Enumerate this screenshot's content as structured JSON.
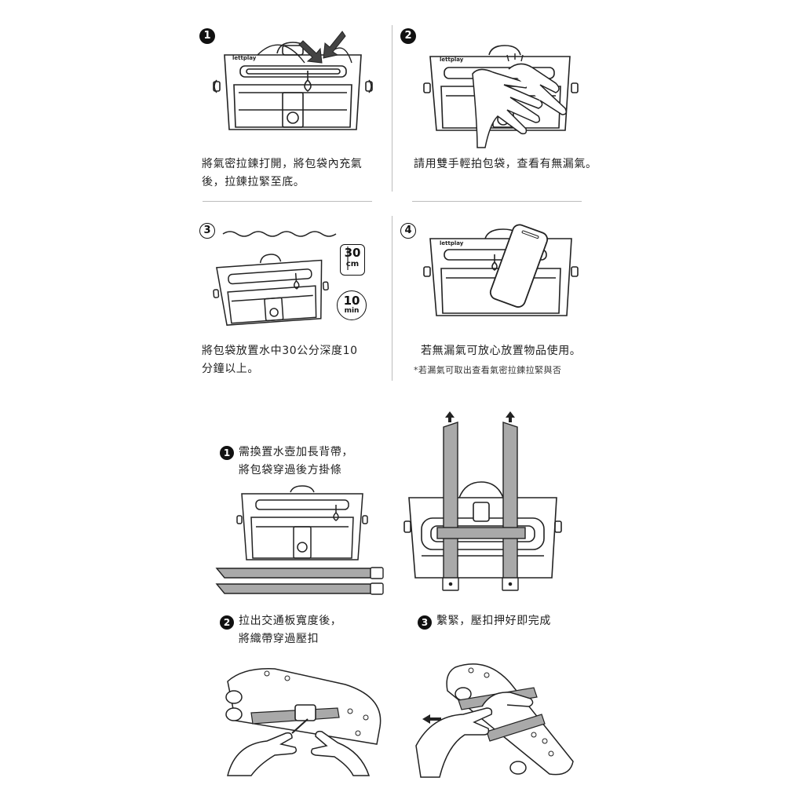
{
  "brand": "lettplay",
  "top_steps": [
    {
      "num": "1",
      "caption_lines": [
        "將氣密拉鍊打開，將包袋內充氣",
        "後，拉鍊拉緊至底。"
      ]
    },
    {
      "num": "2",
      "caption_lines": [
        "請用雙手輕拍包袋，查看有無漏氣。"
      ]
    },
    {
      "num": "3",
      "caption_lines": [
        "將包袋放置水中30公分深度10",
        "分鐘以上。"
      ],
      "depth_value": "30",
      "depth_unit": "cm",
      "time_value": "10",
      "time_unit": "min"
    },
    {
      "num": "4",
      "caption_lines": [
        "若無漏氣可放心放置物品使用。"
      ],
      "note": "*若漏氣可取出查看氣密拉鍊拉緊與否"
    }
  ],
  "bottom_steps": [
    {
      "num": "1",
      "caption_lines": [
        "需換置水壺加長背帶，",
        "將包袋穿過後方掛條"
      ]
    },
    {
      "num": "2",
      "caption_lines": [
        "拉出交通板寬度後，",
        "將織帶穿過壓扣"
      ]
    },
    {
      "num": "3",
      "caption_lines": [
        "繫緊，壓扣押好即完成"
      ]
    }
  ],
  "colors": {
    "line": "#222222",
    "strap": "#a9a9a9",
    "rule": "#bdbdbd"
  }
}
